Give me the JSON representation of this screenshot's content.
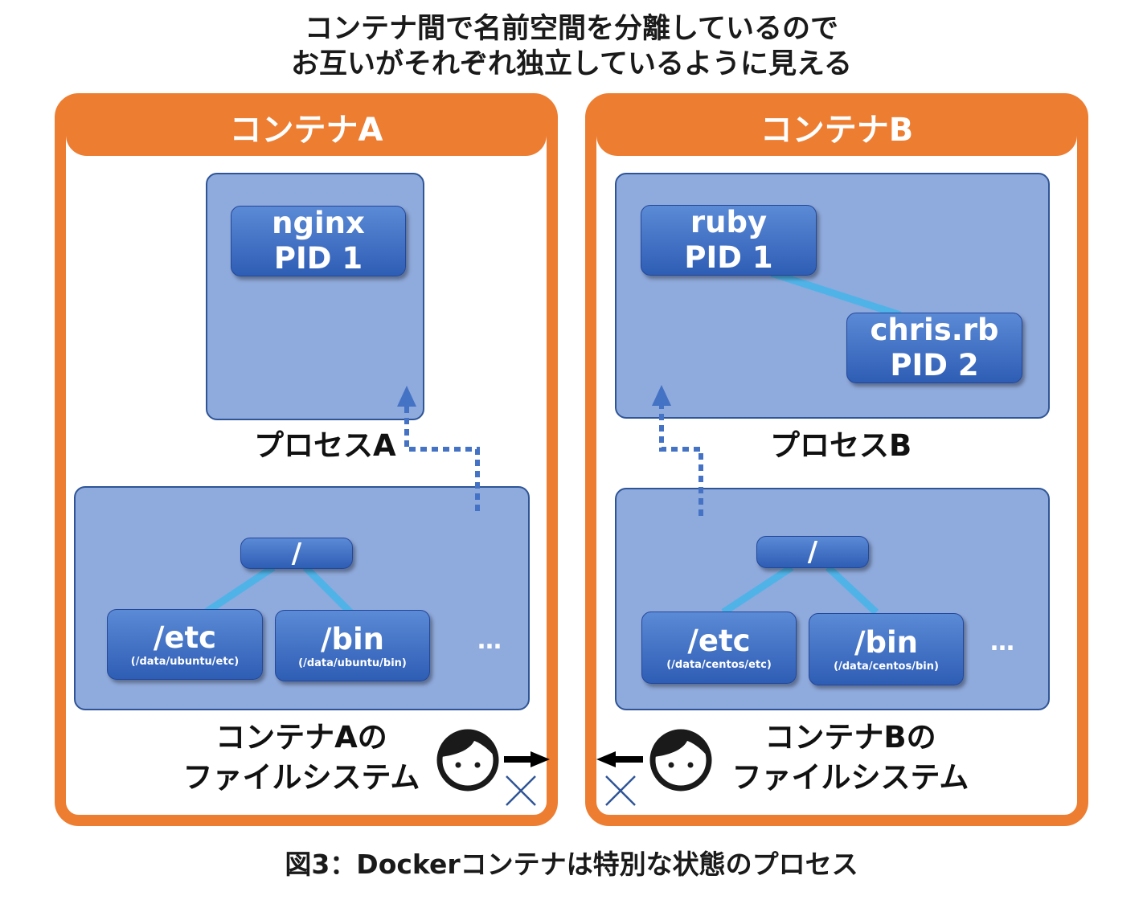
{
  "heading": {
    "line1": "コンテナ間で名前空間を分離しているので",
    "line2": "お互いがそれぞれ独立しているように見える"
  },
  "containers": [
    {
      "header": "コンテナA",
      "process_region_label": "プロセスA",
      "processes": [
        {
          "name": "nginx",
          "pid": "PID 1"
        }
      ],
      "fs": {
        "root": "/",
        "dirs": [
          {
            "name": "/etc",
            "path": "(/data/ubuntu/etc)"
          },
          {
            "name": "/bin",
            "path": "(/data/ubuntu/bin)"
          }
        ],
        "more": "…",
        "label_line1": "コンテナAの",
        "label_line2": "ファイルシステム"
      },
      "face_icon": "user-face-icon",
      "arrow": "arrow-right-icon",
      "blocked": "cross-icon"
    },
    {
      "header": "コンテナB",
      "process_region_label": "プロセスB",
      "processes": [
        {
          "name": "ruby",
          "pid": "PID 1"
        },
        {
          "name": "chris.rb",
          "pid": "PID 2"
        }
      ],
      "fs": {
        "root": "/",
        "dirs": [
          {
            "name": "/etc",
            "path": "(/data/centos/etc)"
          },
          {
            "name": "/bin",
            "path": "(/data/centos/bin)"
          }
        ],
        "more": "…",
        "label_line1": "コンテナBの",
        "label_line2": "ファイルシステム"
      },
      "face_icon": "user-face-icon",
      "arrow": "arrow-left-icon",
      "blocked": "cross-icon"
    }
  ],
  "caption": "図3：Dockerコンテナは特別な状態のプロセス",
  "colors": {
    "container_orange": "#ED7D31",
    "region_fill": "#8FAADC",
    "process_box": "#2E5DB5",
    "connector": "#4FB3E8",
    "dotted_arrow": "#4472C4"
  }
}
